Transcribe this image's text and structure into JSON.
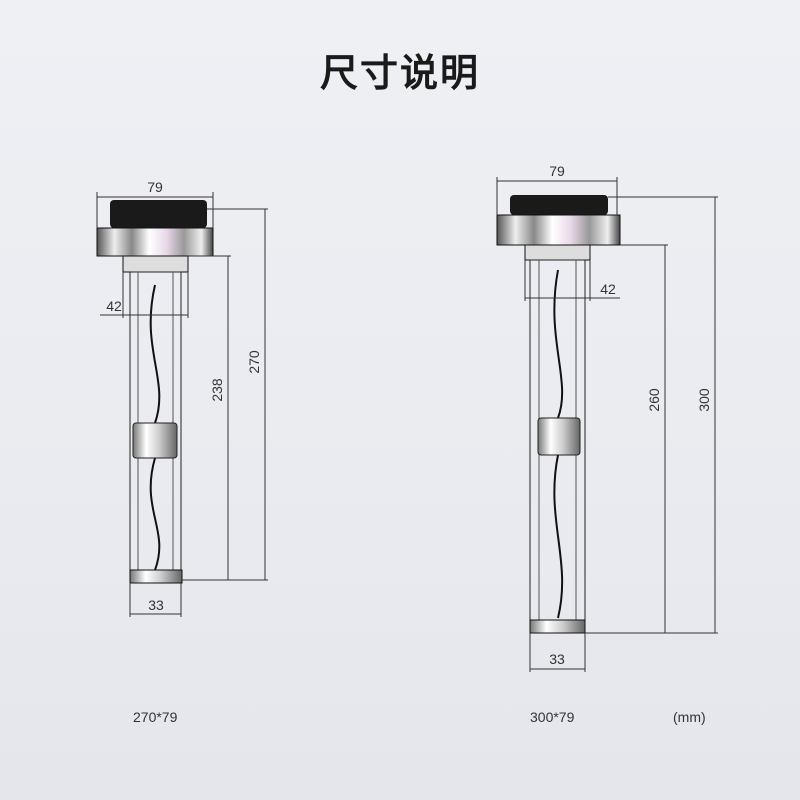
{
  "title": "尺寸说明",
  "unit_label": "(mm)",
  "models": [
    {
      "caption": "270*79",
      "width": "79",
      "total_length": "270",
      "tube_length": "238",
      "neck": "42",
      "bottom": "33"
    },
    {
      "caption": "300*79",
      "width": "79",
      "total_length": "300",
      "tube_length": "260",
      "neck": "42",
      "bottom": "33"
    }
  ]
}
